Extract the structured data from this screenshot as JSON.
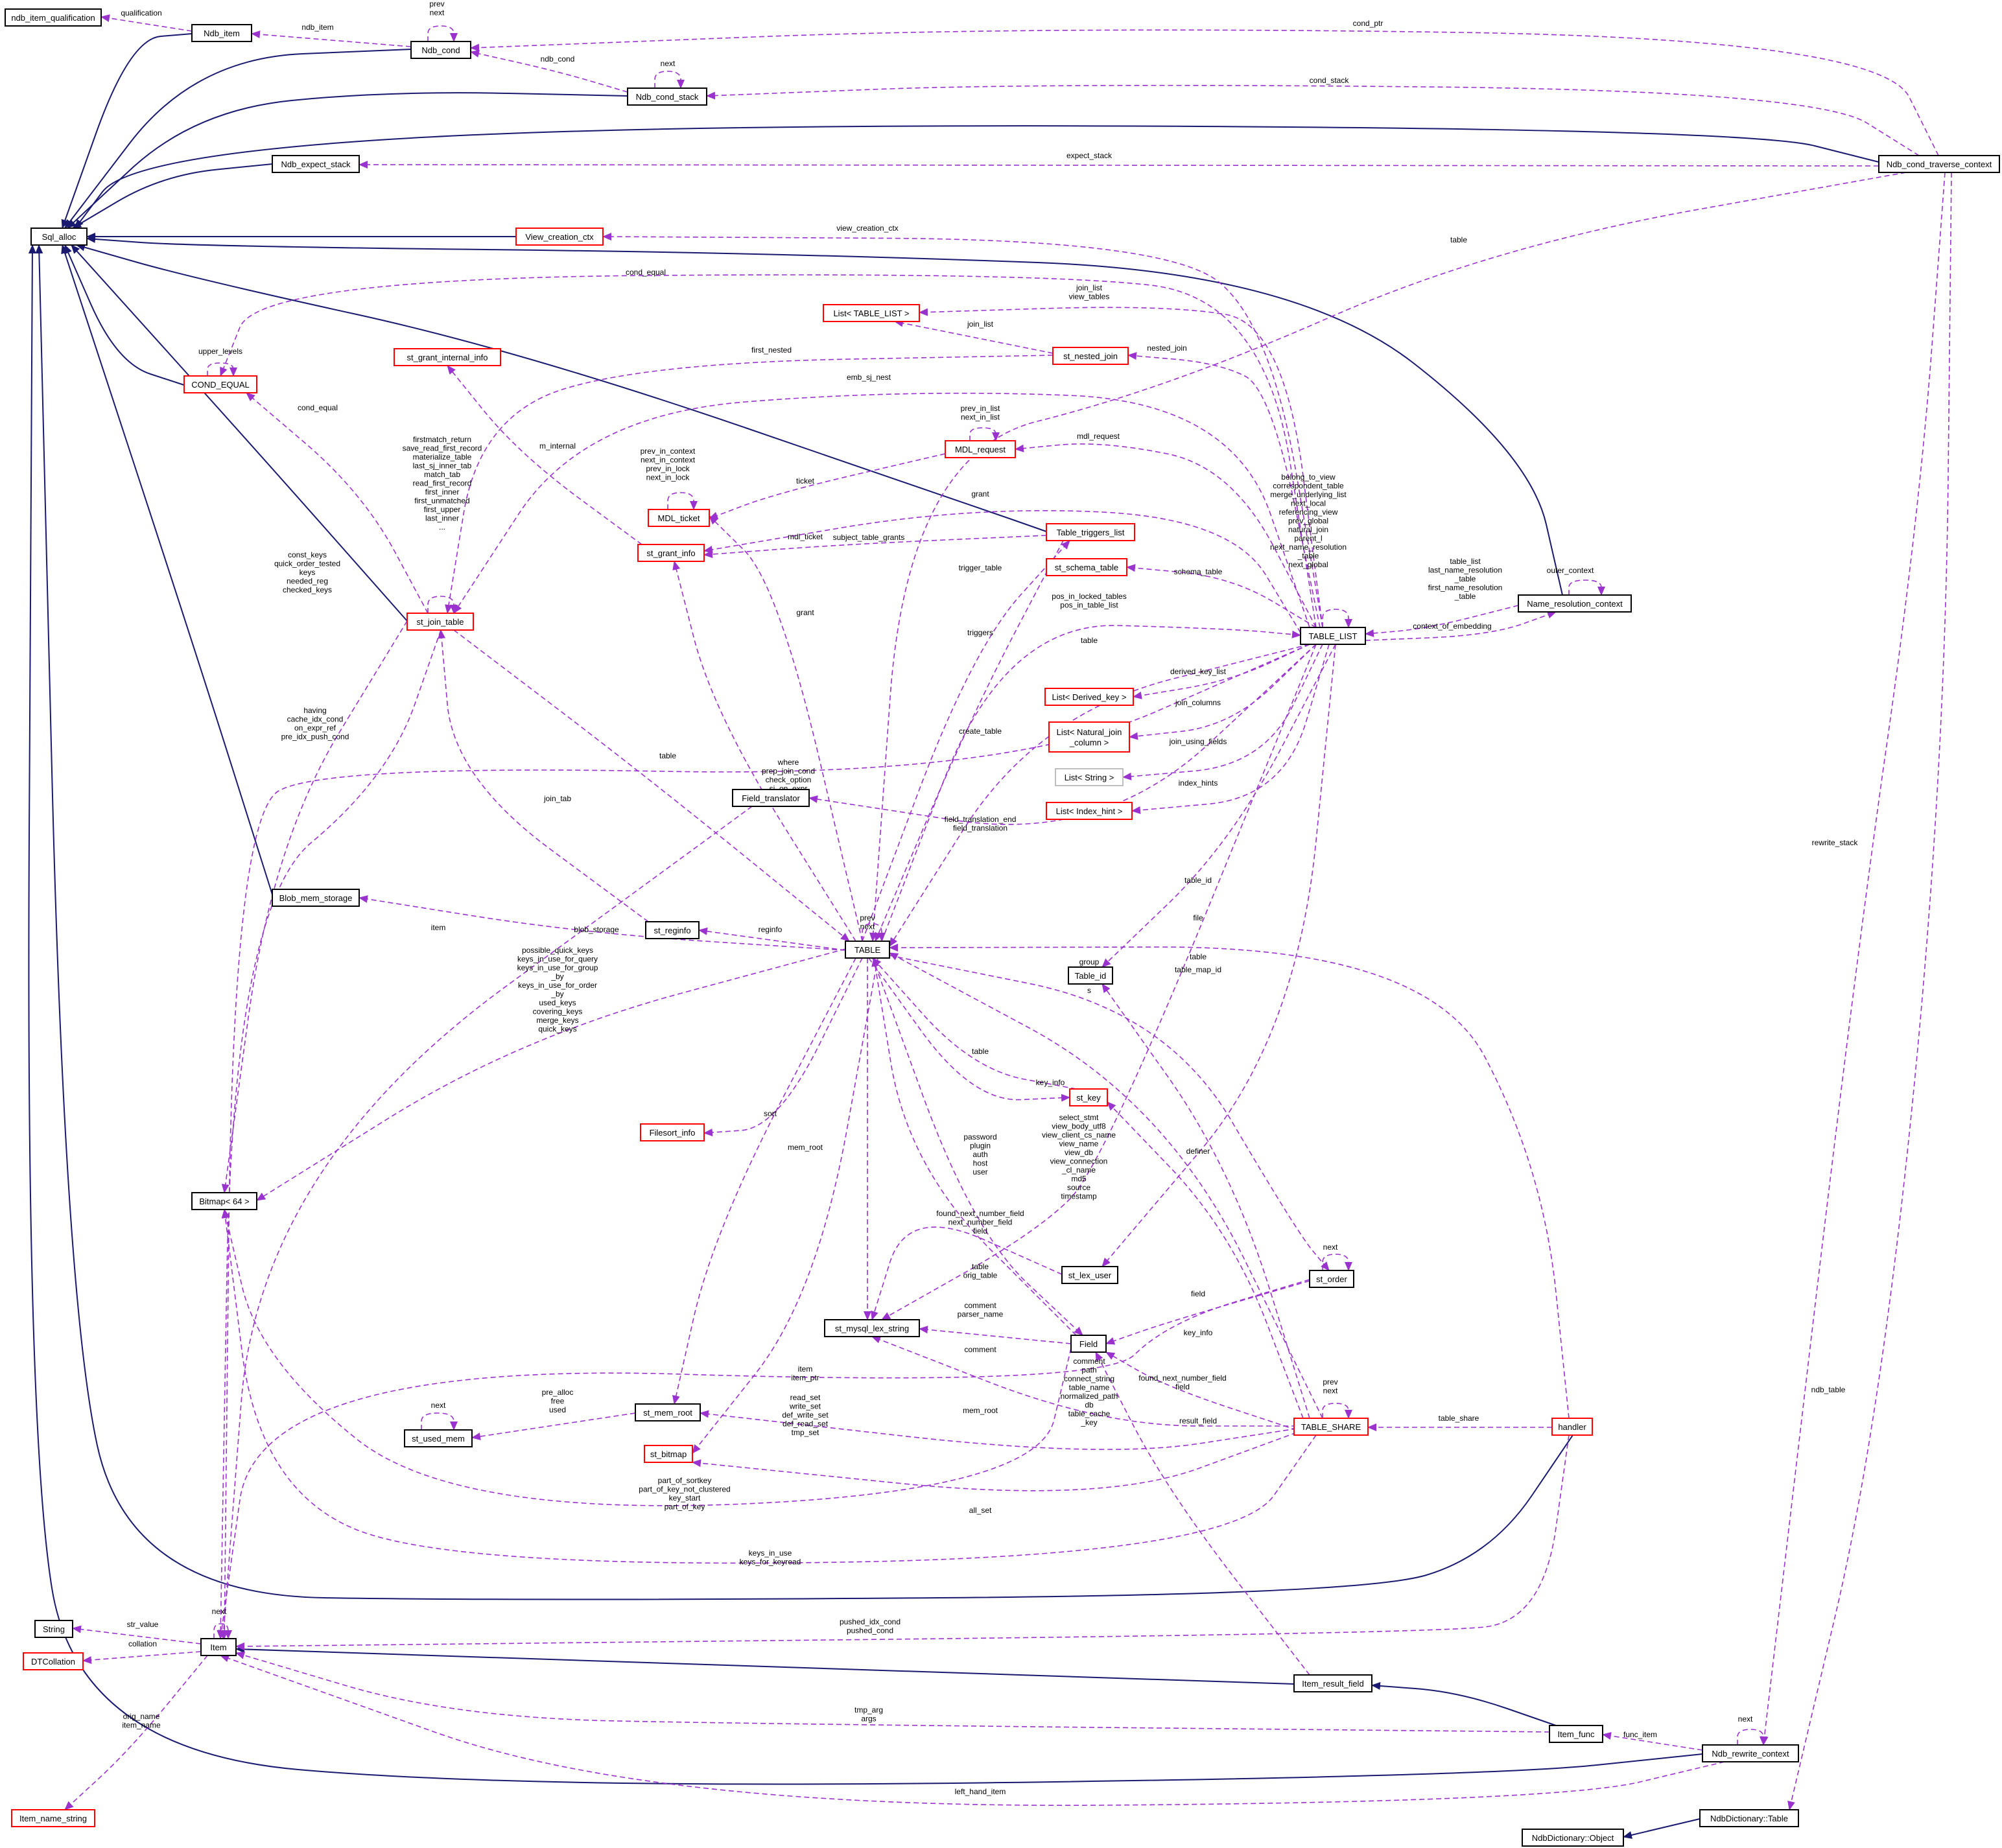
{
  "diagram": {
    "colors": {
      "node_border_black": "#000000",
      "node_border_red": "#ff0000",
      "node_border_gray": "#bfbfbf",
      "highlight_fill": "#bfbfbf",
      "inheritance_edge": "#191970",
      "usage_edge": "#9a32cd"
    },
    "nodes": [
      {
        "id": "ndb_item_qualification",
        "label": "ndb_item_qualification",
        "border": "black"
      },
      {
        "id": "Ndb_item",
        "label": "Ndb_item",
        "border": "black"
      },
      {
        "id": "Ndb_cond",
        "label": "Ndb_cond",
        "border": "black"
      },
      {
        "id": "Ndb_cond_stack",
        "label": "Ndb_cond_stack",
        "border": "black"
      },
      {
        "id": "Ndb_expect_stack",
        "label": "Ndb_expect_stack",
        "border": "black"
      },
      {
        "id": "Ndb_cond_traverse_context",
        "label": "Ndb_cond_traverse_context",
        "border": "black",
        "highlight": true
      },
      {
        "id": "Sql_alloc",
        "label": "Sql_alloc",
        "border": "black"
      },
      {
        "id": "View_creation_ctx",
        "label": "View_creation_ctx",
        "border": "red"
      },
      {
        "id": "List_TABLE_LIST",
        "label": "List< TABLE_LIST >",
        "border": "red"
      },
      {
        "id": "st_nested_join",
        "label": "st_nested_join",
        "border": "red"
      },
      {
        "id": "COND_EQUAL",
        "label": "COND_EQUAL",
        "border": "red"
      },
      {
        "id": "st_grant_internal_info",
        "label": "st_grant_internal_info",
        "border": "red"
      },
      {
        "id": "MDL_request",
        "label": "MDL_request",
        "border": "red"
      },
      {
        "id": "MDL_ticket",
        "label": "MDL_ticket",
        "border": "red"
      },
      {
        "id": "Table_triggers_list",
        "label": "Table_triggers_list",
        "border": "red"
      },
      {
        "id": "st_grant_info",
        "label": "st_grant_info",
        "border": "red"
      },
      {
        "id": "st_schema_table",
        "label": "st_schema_table",
        "border": "red"
      },
      {
        "id": "Name_resolution_context",
        "label": "Name_resolution_context",
        "border": "black"
      },
      {
        "id": "TABLE_LIST",
        "label": "TABLE_LIST",
        "border": "black"
      },
      {
        "id": "st_join_table",
        "label": "st_join_table",
        "border": "red"
      },
      {
        "id": "List_Derived_key",
        "label": "List< Derived_key >",
        "border": "red"
      },
      {
        "id": "List_Natural_join_column",
        "label": "List< Natural_join\n_column >",
        "border": "red"
      },
      {
        "id": "List_String",
        "label": "List< String >",
        "border": "gray"
      },
      {
        "id": "List_Index_hint",
        "label": "List< Index_hint >",
        "border": "red"
      },
      {
        "id": "Field_translator",
        "label": "Field_translator",
        "border": "black"
      },
      {
        "id": "Blob_mem_storage",
        "label": "Blob_mem_storage",
        "border": "black"
      },
      {
        "id": "st_reginfo",
        "label": "st_reginfo",
        "border": "black"
      },
      {
        "id": "TABLE",
        "label": "TABLE",
        "border": "black"
      },
      {
        "id": "Table_id",
        "label": "Table_id",
        "border": "black"
      },
      {
        "id": "st_key",
        "label": "st_key",
        "border": "red"
      },
      {
        "id": "Filesort_info",
        "label": "Filesort_info",
        "border": "red"
      },
      {
        "id": "Bitmap_64",
        "label": "Bitmap< 64 >",
        "border": "black"
      },
      {
        "id": "st_lex_user",
        "label": "st_lex_user",
        "border": "black"
      },
      {
        "id": "st_order",
        "label": "st_order",
        "border": "black"
      },
      {
        "id": "st_mysql_lex_string",
        "label": "st_mysql_lex_string",
        "border": "black"
      },
      {
        "id": "Field",
        "label": "Field",
        "border": "black"
      },
      {
        "id": "st_mem_root",
        "label": "st_mem_root",
        "border": "black"
      },
      {
        "id": "st_used_mem",
        "label": "st_used_mem",
        "border": "black"
      },
      {
        "id": "st_bitmap",
        "label": "st_bitmap",
        "border": "red"
      },
      {
        "id": "TABLE_SHARE",
        "label": "TABLE_SHARE",
        "border": "red"
      },
      {
        "id": "handler",
        "label": "handler",
        "border": "red"
      },
      {
        "id": "String",
        "label": "String",
        "border": "black"
      },
      {
        "id": "DTCollation",
        "label": "DTCollation",
        "border": "red"
      },
      {
        "id": "Item",
        "label": "Item",
        "border": "black"
      },
      {
        "id": "Item_result_field",
        "label": "Item_result_field",
        "border": "black"
      },
      {
        "id": "Item_func",
        "label": "Item_func",
        "border": "black"
      },
      {
        "id": "Ndb_rewrite_context",
        "label": "Ndb_rewrite_context",
        "border": "black"
      },
      {
        "id": "Item_name_string",
        "label": "Item_name_string",
        "border": "red"
      },
      {
        "id": "NdbDictionary_Table",
        "label": "NdbDictionary::Table",
        "border": "black"
      },
      {
        "id": "NdbDictionary_Object",
        "label": "NdbDictionary::Object",
        "border": "black"
      }
    ],
    "edge_labels": [
      {
        "id": "qualification",
        "text": "qualification"
      },
      {
        "id": "ndb_item",
        "text": "ndb_item"
      },
      {
        "id": "prev_next_cond",
        "text": "prev\nnext"
      },
      {
        "id": "ndb_cond",
        "text": "ndb_cond"
      },
      {
        "id": "next_cond_stack",
        "text": "next"
      },
      {
        "id": "cond_ptr",
        "text": "cond_ptr"
      },
      {
        "id": "cond_stack",
        "text": "cond_stack"
      },
      {
        "id": "expect_stack",
        "text": "expect_stack"
      },
      {
        "id": "view_creation_ctx",
        "text": "view_creation_ctx"
      },
      {
        "id": "table_top",
        "text": "table"
      },
      {
        "id": "cond_equal_top",
        "text": "cond_equal"
      },
      {
        "id": "join_list_view_tables",
        "text": "join_list\nview_tables"
      },
      {
        "id": "join_list",
        "text": "join_list"
      },
      {
        "id": "upper_levels",
        "text": "upper_levels"
      },
      {
        "id": "first_nested",
        "text": "first_nested"
      },
      {
        "id": "nested_join",
        "text": "nested_join"
      },
      {
        "id": "emb_sj_nest",
        "text": "emb_sj_nest"
      },
      {
        "id": "cond_equal_join",
        "text": "cond_equal"
      },
      {
        "id": "m_internal",
        "text": "m_internal"
      },
      {
        "id": "prev_next_in_list",
        "text": "prev_in_list\nnext_in_list"
      },
      {
        "id": "mdl_request",
        "text": "mdl_request"
      },
      {
        "id": "ticket_list",
        "text": "prev_in_context\nnext_in_context\nprev_in_lock\nnext_in_lock"
      },
      {
        "id": "ticket",
        "text": "ticket"
      },
      {
        "id": "grant",
        "text": "grant"
      },
      {
        "id": "mdl_ticket",
        "text": "mdl_ticket"
      },
      {
        "id": "subject_table_grants",
        "text": "subject_table_grants"
      },
      {
        "id": "join_tab_links",
        "text": "firstmatch_return\nsave_read_first_record\nmaterialize_table\nlast_sj_inner_tab\nmatch_tab\nread_first_record\nfirst_inner\nfirst_unmatched\nfirst_upper\nlast_inner\n..."
      },
      {
        "id": "tablelist_links",
        "text": "belong_to_view\ncorrespondent_table\nmerge_underlying_list\nnext_local\nreferencing_view\nprev_global\nnatural_join\nparent_l\nnext_name_resolution\n_table\nnext_global"
      },
      {
        "id": "outer_context",
        "text": "outer_context"
      },
      {
        "id": "name_res_links",
        "text": "table_list\nlast_name_resolution\n_table\nfirst_name_resolution\n_table"
      },
      {
        "id": "context_of_embedding",
        "text": "context_of_embedding"
      },
      {
        "id": "schema_table",
        "text": "schema_table"
      },
      {
        "id": "trigger_table",
        "text": "trigger_table"
      },
      {
        "id": "grant_table",
        "text": "grant"
      },
      {
        "id": "pos_in_tables",
        "text": "pos_in_locked_tables\npos_in_table_list"
      },
      {
        "id": "table_tl",
        "text": "table"
      },
      {
        "id": "triggers",
        "text": "triggers"
      },
      {
        "id": "key_bitmaps",
        "text": "const_keys\nquick_order_tested\nkeys\nneeded_reg\nchecked_keys"
      },
      {
        "id": "derived_key_list",
        "text": "derived_key_list"
      },
      {
        "id": "join_columns",
        "text": "join_columns"
      },
      {
        "id": "join_using_fields",
        "text": "join_using_fields"
      },
      {
        "id": "index_hints",
        "text": "index_hints"
      },
      {
        "id": "create_table",
        "text": "create_table"
      },
      {
        "id": "item_conds",
        "text": "having\ncache_idx_cond\non_expr_ref\npre_idx_push_cond"
      },
      {
        "id": "where_conds",
        "text": "where\nprep_join_cond\ncheck_option\nsj_on_expr"
      },
      {
        "id": "table_jt",
        "text": "table"
      },
      {
        "id": "join_tab",
        "text": "join_tab"
      },
      {
        "id": "field_translation",
        "text": "field_translation_end\nfield_translation"
      },
      {
        "id": "prev_next_table",
        "text": "prev\nnext"
      },
      {
        "id": "table_id",
        "text": "table_id"
      },
      {
        "id": "item_label",
        "text": "item"
      },
      {
        "id": "blob_storage",
        "text": "blob_storage"
      },
      {
        "id": "reginfo",
        "text": "reginfo"
      },
      {
        "id": "file",
        "text": "file"
      },
      {
        "id": "table_handler",
        "text": "table"
      },
      {
        "id": "group",
        "text": "group"
      },
      {
        "id": "table_map_id",
        "text": "table_map_id"
      },
      {
        "id": "table_bitmaps",
        "text": "possible_quick_keys\nkeys_in_use_for_query\nkeys_in_use_for_group\n_by\nkeys_in_use_for_order\n_by\nused_keys\ncovering_keys\nmerge_keys\nquick_keys"
      },
      {
        "id": "s",
        "text": "s"
      },
      {
        "id": "table_key",
        "text": "table"
      },
      {
        "id": "key_info",
        "text": "key_info"
      },
      {
        "id": "sort",
        "text": "sort"
      },
      {
        "id": "mem_root_table",
        "text": "mem_root"
      },
      {
        "id": "definer",
        "text": "definer"
      },
      {
        "id": "lex_user_strings",
        "text": "password\nplugin\nauth\nhost\nuser"
      },
      {
        "id": "tl_strings",
        "text": "select_stmt\nview_body_utf8\nview_client_cs_name\nview_name\nview_db\nview_connection\n_cl_name\nmd5\nsource\ntimestamp"
      },
      {
        "id": "next_order",
        "text": "next"
      },
      {
        "id": "field_fields",
        "text": "found_next_number_field\nnext_number_field\nfield"
      },
      {
        "id": "table_orig_table",
        "text": "table\norig_table"
      },
      {
        "id": "field_order",
        "text": "field"
      },
      {
        "id": "comment_parser",
        "text": "comment\nparser_name"
      },
      {
        "id": "comment",
        "text": "comment"
      },
      {
        "id": "key_info_share",
        "text": "key_info"
      },
      {
        "id": "item_ptr",
        "text": "item\nitem_ptr"
      },
      {
        "id": "next_used_mem",
        "text": "next"
      },
      {
        "id": "pre_alloc",
        "text": "pre_alloc\nfree\nused"
      },
      {
        "id": "share_strings",
        "text": "comment\npath\nconnect_string\ntable_name\nnormalized_path\ndb\ntable_cache\n_key"
      },
      {
        "id": "found_next",
        "text": "found_next_number_field\nfield"
      },
      {
        "id": "prev_next_share",
        "text": "prev\nnext"
      },
      {
        "id": "bitmap_sets",
        "text": "read_set\nwrite_set\ndef_write_set\ndef_read_set\ntmp_set"
      },
      {
        "id": "mem_root_share",
        "text": "mem_root"
      },
      {
        "id": "result_field",
        "text": "result_field"
      },
      {
        "id": "table_share",
        "text": "table_share"
      },
      {
        "id": "key_parts",
        "text": "part_of_sortkey\npart_of_key_not_clustered\nkey_start\npart_of_key"
      },
      {
        "id": "all_set",
        "text": "all_set"
      },
      {
        "id": "keys_in_use",
        "text": "keys_in_use\nkeys_for_keyread"
      },
      {
        "id": "next_item",
        "text": "next"
      },
      {
        "id": "str_value",
        "text": "str_value"
      },
      {
        "id": "collation",
        "text": "collation"
      },
      {
        "id": "pushed_conds",
        "text": "pushed_idx_cond\npushed_cond"
      },
      {
        "id": "orig_name",
        "text": "orig_name\nitem_name"
      },
      {
        "id": "tmp_arg",
        "text": "tmp_arg\nargs"
      },
      {
        "id": "func_item",
        "text": "func_item"
      },
      {
        "id": "next_rewrite",
        "text": "next"
      },
      {
        "id": "left_hand_item",
        "text": "left_hand_item"
      },
      {
        "id": "rewrite_stack",
        "text": "rewrite_stack"
      },
      {
        "id": "ndb_table",
        "text": "ndb_table"
      }
    ]
  }
}
